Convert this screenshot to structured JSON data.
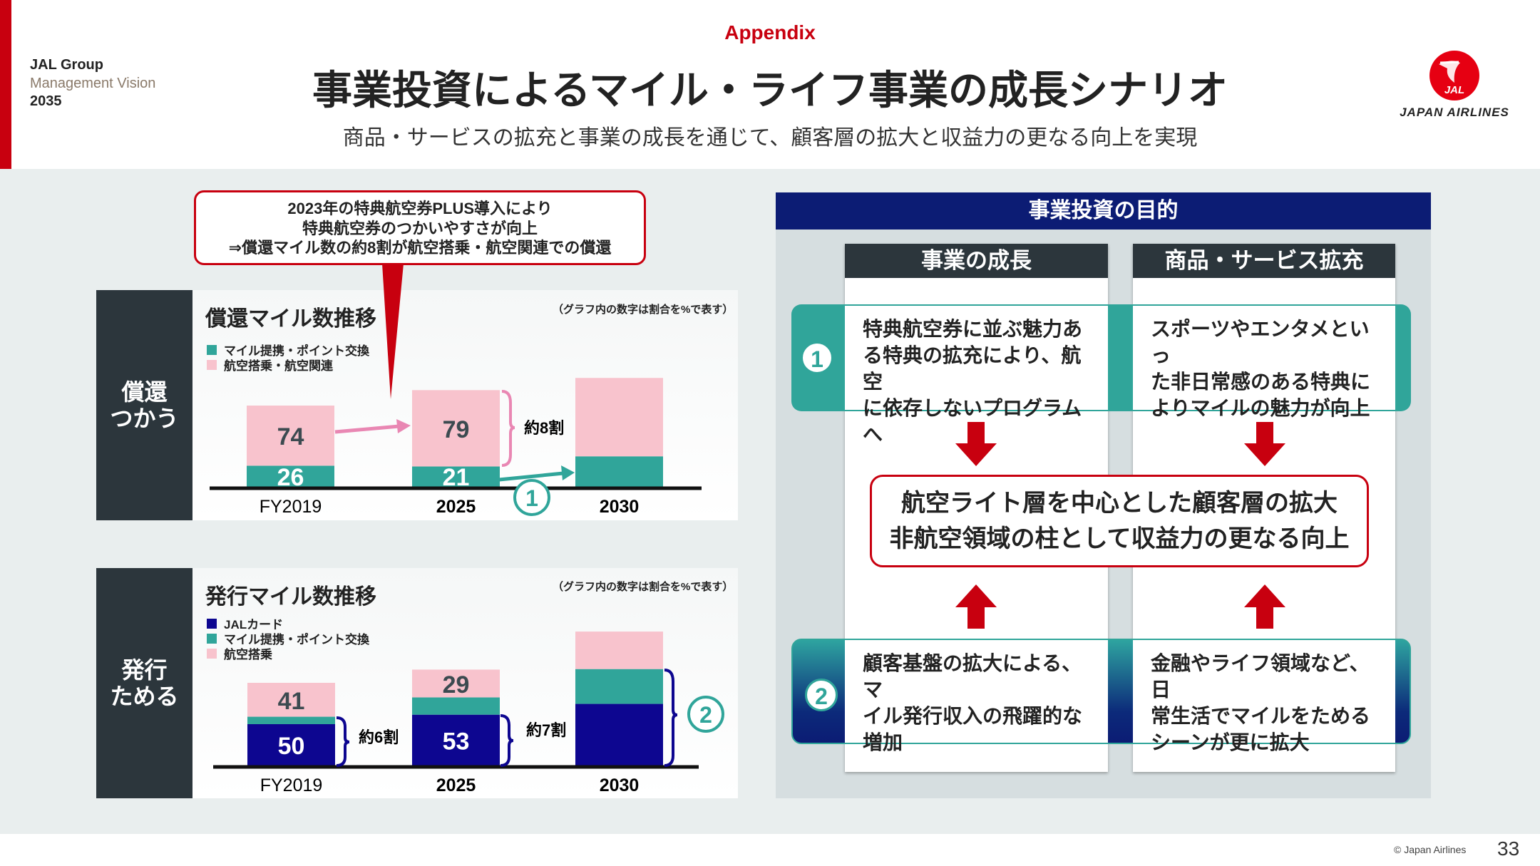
{
  "header": {
    "section": "Appendix",
    "title": "事業投資によるマイル・ライフ事業の成長シナリオ",
    "subtitle": "商品・サービスの拡充と事業の成長を通じて、顧客層の拡大と収益力の更なる向上を実現",
    "group": [
      "JAL Group",
      "Management Vision",
      "2035"
    ],
    "logo_text": "JAPAN AIRLINES",
    "logo_mark": "JAL"
  },
  "callout": [
    "2023年の特典航空券PLUS導入により",
    "特典航空券のつかいやすさが向上",
    "⇒償還マイル数の約8割が航空搭乗・航空関連での償還"
  ],
  "colors": {
    "red": "#c8000f",
    "teal": "#30a59a",
    "pink": "#f8c3cd",
    "navy": "#0d0690",
    "dark": "#2c363c"
  },
  "chart_data": [
    {
      "type": "bar",
      "stacked": true,
      "side_label": [
        "償還",
        "つかう"
      ],
      "title": "償還マイル数推移",
      "note": "（グラフ内の数字は割合を%で表す）",
      "categories": [
        "FY2019",
        "2025",
        "2030"
      ],
      "total_index": [
        100,
        119,
        134
      ],
      "series": [
        {
          "name": "マイル提携・ポイント交換",
          "color": "#30a59a",
          "values": [
            26,
            21,
            28
          ],
          "labels": [
            "26",
            "21",
            null
          ]
        },
        {
          "name": "航空搭乗・航空関連",
          "color": "#f8c3cd",
          "values": [
            74,
            79,
            72
          ],
          "labels": [
            "74",
            "79",
            null
          ]
        }
      ],
      "annotations": {
        "brace_2025": "約8割",
        "marker": "1"
      }
    },
    {
      "type": "bar",
      "stacked": true,
      "side_label": [
        "発行",
        "ためる"
      ],
      "title": "発行マイル数推移",
      "note": "（グラフ内の数字は割合を%で表す）",
      "categories": [
        "FY2019",
        "2025",
        "2030"
      ],
      "total_index": [
        100,
        116,
        162
      ],
      "series": [
        {
          "name": "JALカード",
          "color": "#0d0690",
          "values": [
            50,
            53,
            46
          ],
          "labels": [
            "50",
            "53",
            null
          ]
        },
        {
          "name": "マイル提携・ポイント交換",
          "color": "#30a59a",
          "values": [
            9,
            18,
            26
          ],
          "labels": [
            null,
            null,
            null
          ]
        },
        {
          "name": "航空搭乗",
          "color": "#f8c3cd",
          "values": [
            41,
            29,
            28
          ],
          "labels": [
            "41",
            "29",
            null
          ]
        }
      ],
      "annotations": {
        "brace_2019": "約6割",
        "brace_2025": "約7割",
        "marker": "2"
      }
    }
  ],
  "right": {
    "title": "事業投資の目的",
    "columns": [
      "事業の成長",
      "商品・サービス拡充"
    ],
    "row1": {
      "num": "1",
      "cells": [
        [
          "特典航空券に並ぶ魅力あ",
          "る特典の拡充により、航空",
          "に依存しないプログラムへ"
        ],
        [
          "スポーツやエンタメといっ",
          "た非日常感のある特典に",
          "よりマイルの魅力が向上"
        ]
      ]
    },
    "goal": [
      "航空ライト層を中心とした顧客層の拡大",
      "非航空領域の柱として収益力の更なる向上"
    ],
    "row2": {
      "num": "2",
      "cells": [
        [
          "顧客基盤の拡大による、マ",
          "イル発行収入の飛躍的な",
          "増加"
        ],
        [
          "金融やライフ領域など、日",
          "常生活でマイルをためる",
          "シーンが更に拡大"
        ]
      ]
    }
  },
  "footer": {
    "copyright": "© Japan Airlines",
    "page": "33"
  }
}
